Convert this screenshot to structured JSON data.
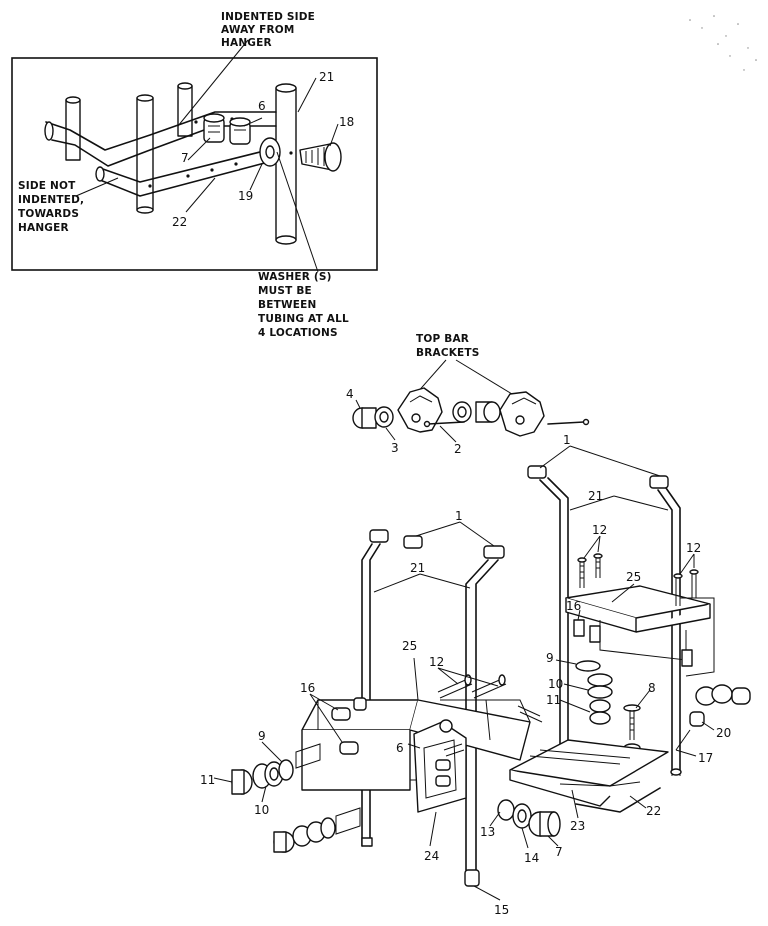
{
  "inset": {
    "note_indented": [
      "INDENTED SIDE",
      "AWAY FROM",
      "HANGER"
    ],
    "note_not_indented": [
      "SIDE NOT",
      "INDENTED,",
      "TOWARDS",
      "HANGER"
    ],
    "note_washer": [
      "WASHER (S)",
      "MUST BE",
      "BETWEEN",
      "TUBING AT ALL",
      "4 LOCATIONS"
    ],
    "callouts": {
      "c6": "6",
      "c7": "7",
      "c18": "18",
      "c19": "19",
      "c21": "21",
      "c22": "22"
    }
  },
  "brackets": {
    "title": [
      "TOP BAR",
      "BRACKETS"
    ],
    "callouts": {
      "c2": "2",
      "c3": "3",
      "c4": "4"
    }
  },
  "main": {
    "callouts": {
      "c1a": "1",
      "c1b": "1",
      "c21a": "21",
      "c21b": "21",
      "c12a": "12",
      "c12b": "12",
      "c12c": "12",
      "c25a": "25",
      "c25b": "25",
      "c16a": "16",
      "c16b": "16",
      "c9a": "9",
      "c9b": "9",
      "c10a": "10",
      "c10b": "10",
      "c11a": "11",
      "c11b": "11",
      "c8": "8",
      "c6": "6",
      "c20": "20",
      "c17": "17",
      "c22": "22",
      "c23": "23",
      "c24": "24",
      "c13": "13",
      "c14": "14",
      "c7": "7",
      "c15": "15"
    }
  }
}
